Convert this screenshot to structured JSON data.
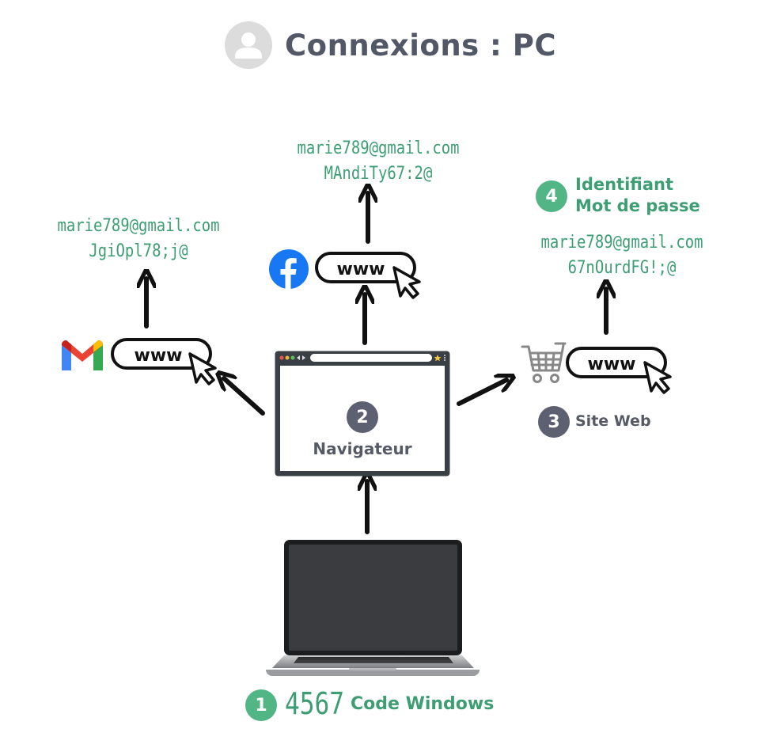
{
  "title": "Connexions : PC",
  "steps": {
    "code_windows": {
      "number": "1",
      "code": "4567",
      "label": "Code Windows"
    },
    "browser": {
      "number": "2",
      "label": "Navigateur"
    },
    "website": {
      "number": "3",
      "label": "Site Web"
    },
    "identifier": {
      "number": "4",
      "line1": "Identifiant",
      "line2": "Mot de passe"
    }
  },
  "credentials": {
    "gmail": {
      "email": "marie789@gmail.com",
      "password": "JgiOpl78;j@"
    },
    "facebook": {
      "email": "marie789@gmail.com",
      "password": "MAndiTy67:2@"
    },
    "shop": {
      "email": "marie789@gmail.com",
      "password": "67nOurdFG!;@"
    }
  },
  "www": {
    "gmail": "www",
    "facebook": "www",
    "shop": "www"
  },
  "icons": [
    "user-icon",
    "gmail-icon",
    "facebook-icon",
    "shopping-cart-icon",
    "browser-window-icon",
    "laptop-icon",
    "cursor-icon"
  ],
  "colors": {
    "green": "#3e9e73",
    "badge_green": "#52b585",
    "badge_gray": "#5c6070",
    "title": "#525866",
    "facebook": "#1877f2"
  }
}
